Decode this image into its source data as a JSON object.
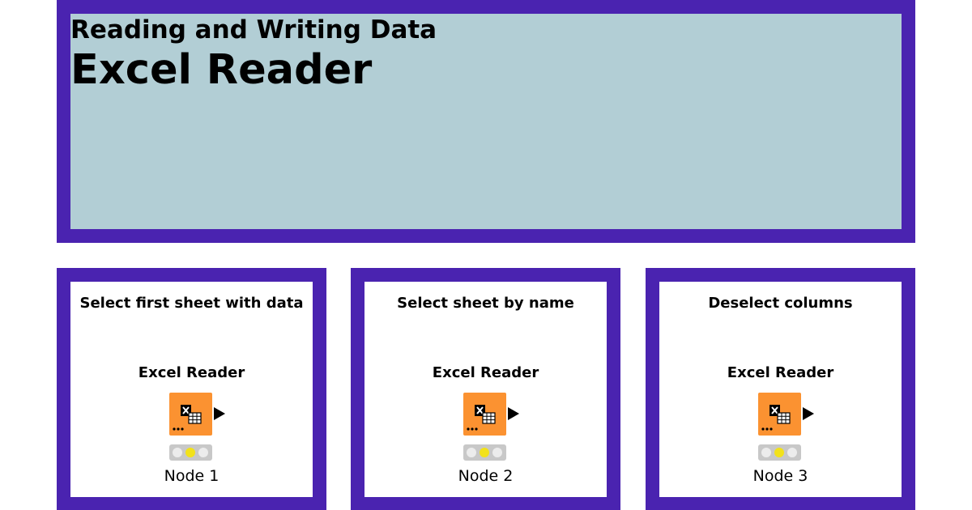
{
  "header": {
    "subtitle": "Reading and Writing Data",
    "title": "Excel Reader"
  },
  "colors": {
    "frame": "#4a23b0",
    "header_background": "#b2ced5",
    "node_background": "#fb9231",
    "status_light_active": "#f2e21a"
  },
  "panels": [
    {
      "title": "Select first sheet with data",
      "node": {
        "type": "Excel Reader",
        "label": "Node 1",
        "icon": "excel-reader-icon",
        "status": "yellow"
      }
    },
    {
      "title": "Select sheet by name",
      "node": {
        "type": "Excel Reader",
        "label": "Node 2",
        "icon": "excel-reader-icon",
        "status": "yellow"
      }
    },
    {
      "title": "Deselect columns",
      "node": {
        "type": "Excel Reader",
        "label": "Node 3",
        "icon": "excel-reader-icon",
        "status": "yellow"
      }
    }
  ]
}
